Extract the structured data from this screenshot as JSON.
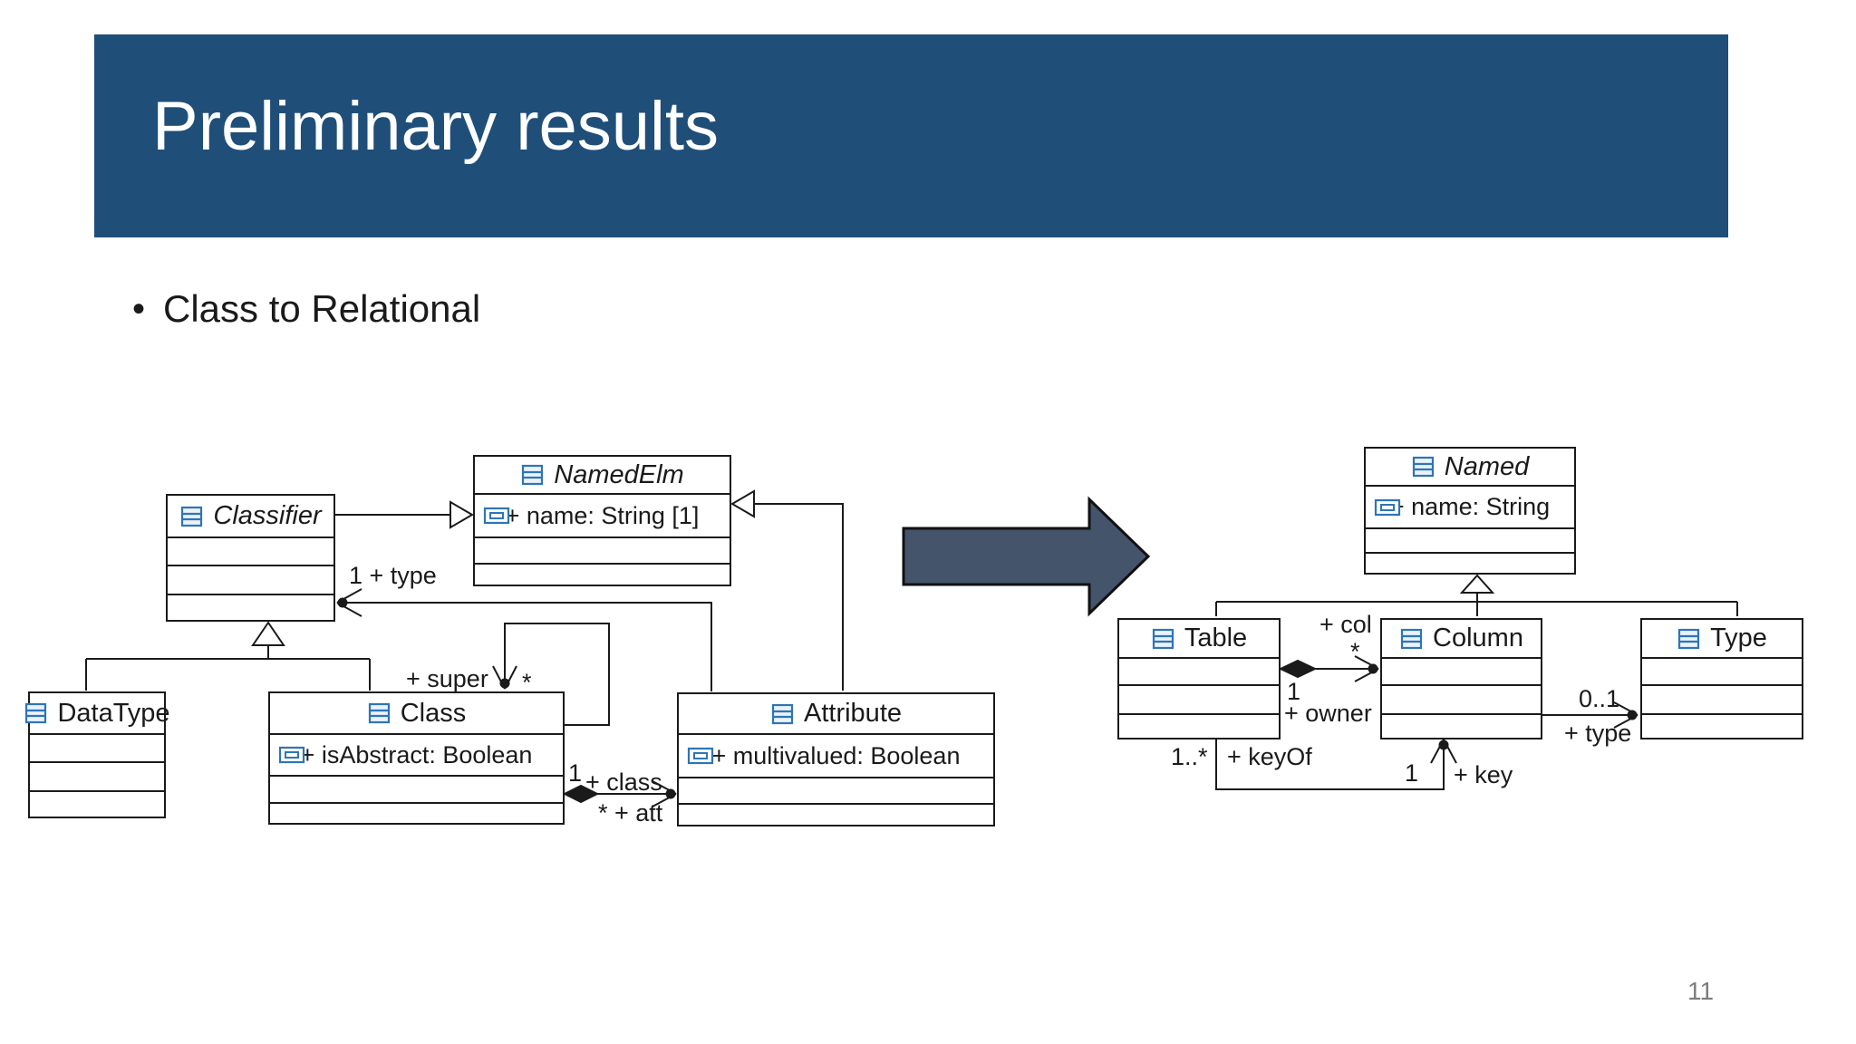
{
  "slide": {
    "title": "Preliminary results",
    "bullet_marker": "•",
    "bullet": "Class to Relational",
    "page_number": "11",
    "colors": {
      "title_bar": "#1F4E79",
      "transform_arrow_fill": "#44546A",
      "uml_icon_blue": "#2E75B6",
      "line_black": "#1a1a1a",
      "page_number_gray": "#7d7d7d"
    },
    "icons": {
      "class_icon": "uml-class-icon",
      "attribute_icon": "uml-attribute-icon",
      "transform_arrow": "right-arrow"
    }
  },
  "source_diagram": {
    "classes": [
      {
        "name": "NamedElm",
        "abstract": true,
        "attributes": [
          "+ name: String [1]"
        ]
      },
      {
        "name": "Classifier",
        "abstract": true,
        "attributes": []
      },
      {
        "name": "DataType",
        "abstract": false,
        "attributes": []
      },
      {
        "name": "Class",
        "abstract": false,
        "attributes": [
          "+ isAbstract: Boolean"
        ]
      },
      {
        "name": "Attribute",
        "abstract": false,
        "attributes": [
          "+ multivalued: Boolean"
        ]
      }
    ],
    "labels": {
      "type_assoc": "1 + type",
      "super_role": "+ super",
      "super_mult": "*",
      "class_mult": "1",
      "class_role": "+ class",
      "att_role": "* + att"
    }
  },
  "target_diagram": {
    "classes": [
      {
        "name": "Named",
        "abstract": true,
        "attributes": [
          "+ name: String"
        ]
      },
      {
        "name": "Table",
        "abstract": false,
        "attributes": []
      },
      {
        "name": "Column",
        "abstract": false,
        "attributes": []
      },
      {
        "name": "Type",
        "abstract": false,
        "attributes": []
      }
    ],
    "labels": {
      "col_role": "+ col",
      "col_mult": "*",
      "owner_mult": "1",
      "owner_role": "+ owner",
      "keyof_mult": "1..*",
      "keyof_role": "+ keyOf",
      "key_mult": "1",
      "key_role": "+ key",
      "type_mult": "0..1",
      "type_role": "+ type"
    }
  }
}
